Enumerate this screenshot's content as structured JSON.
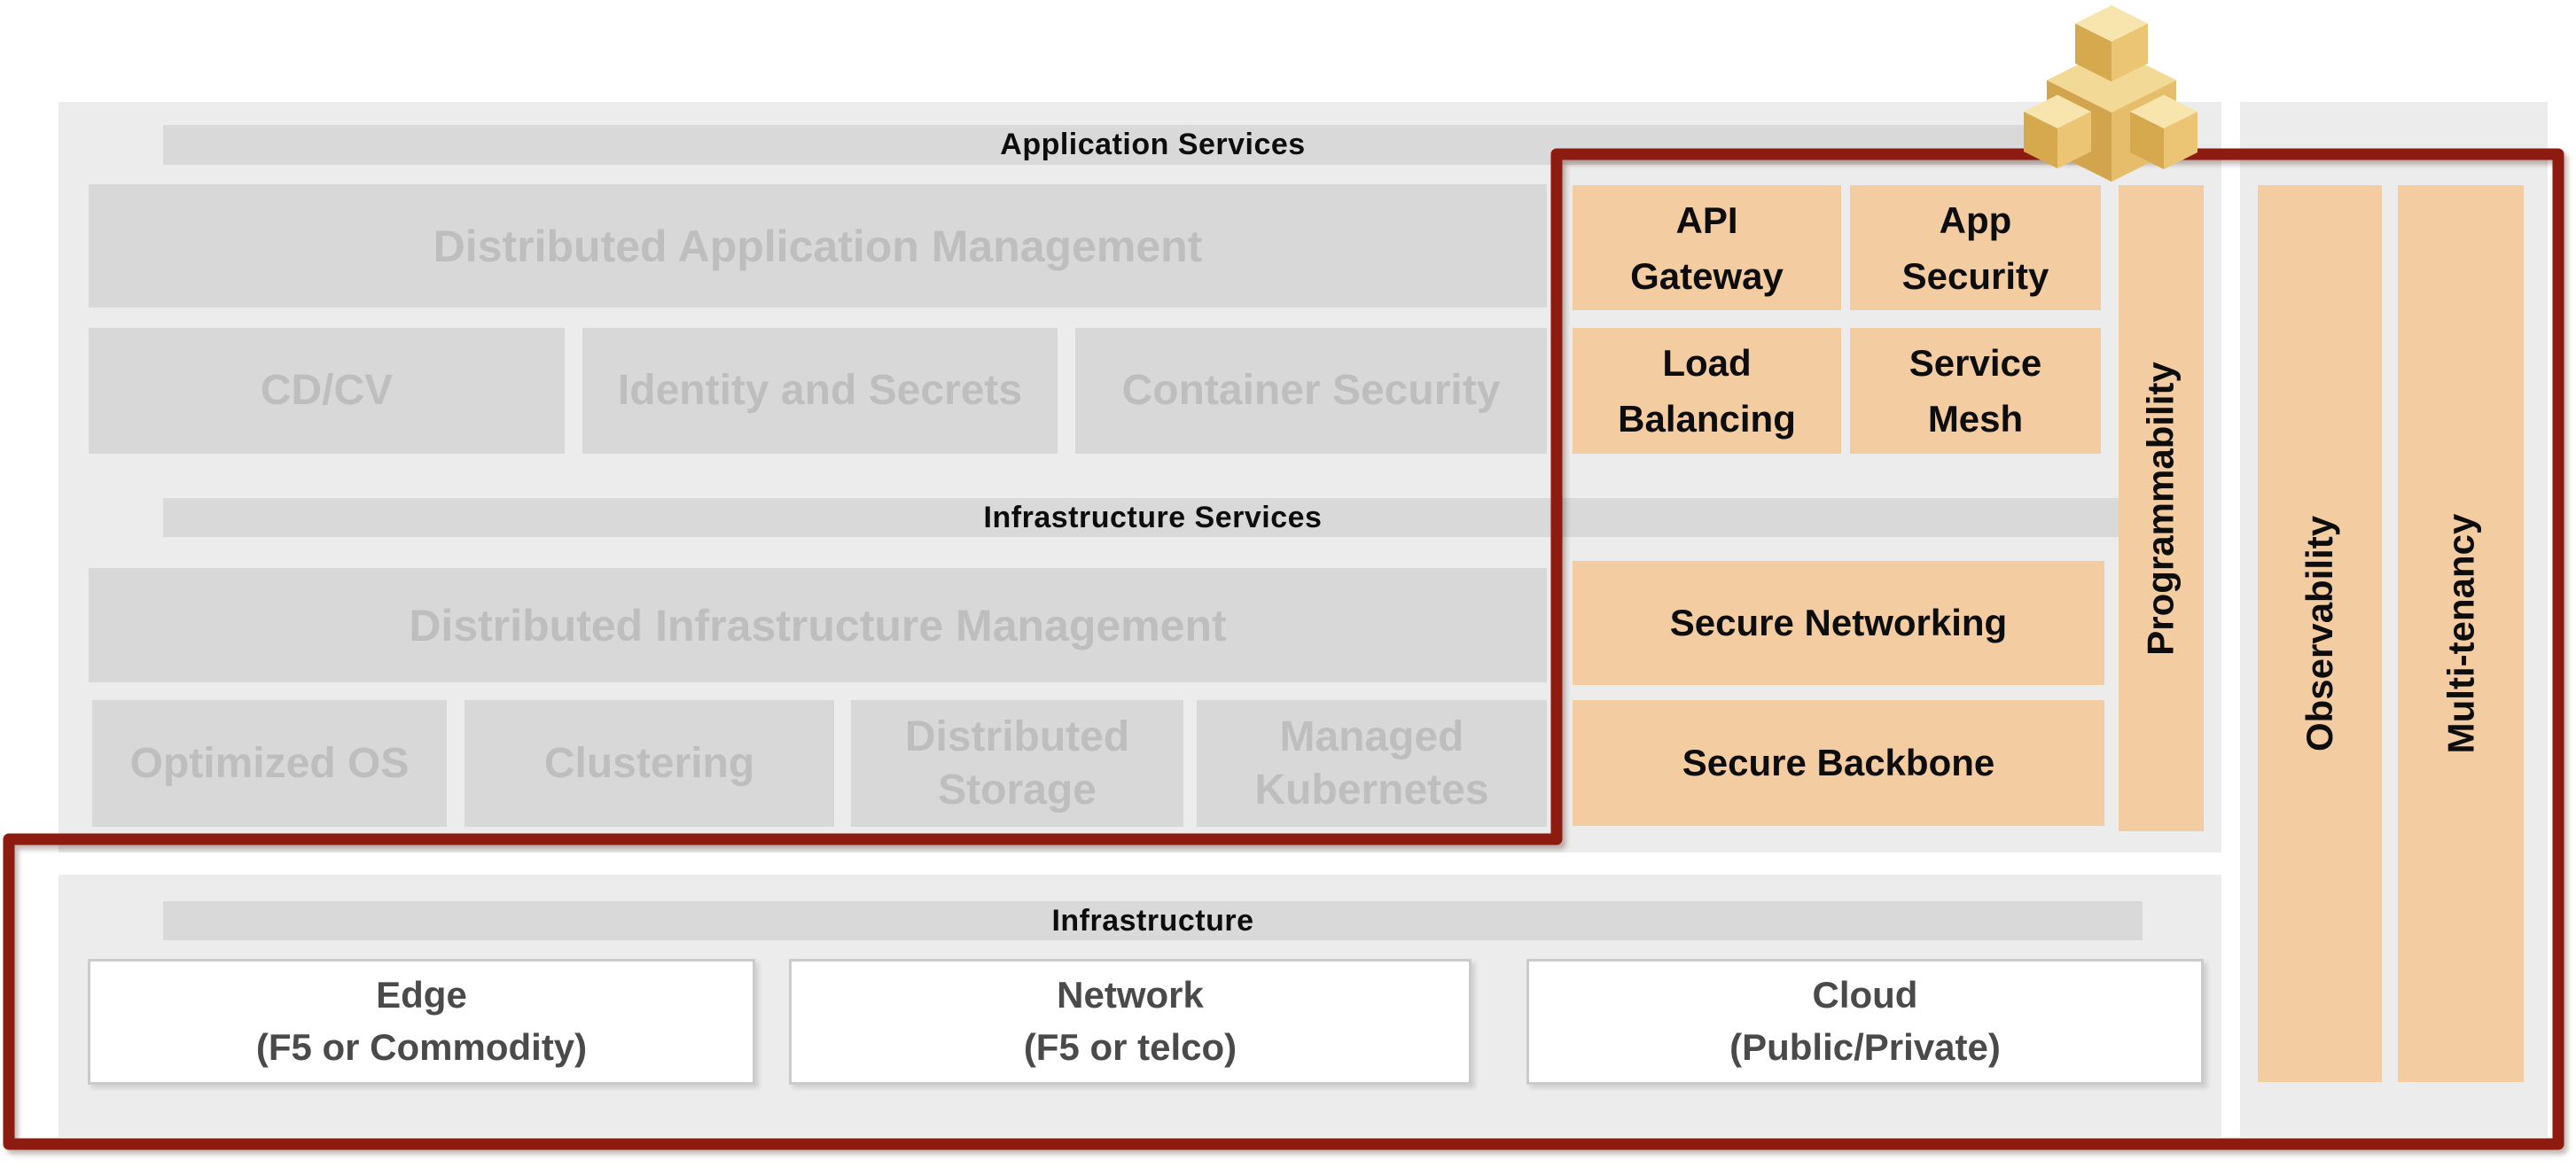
{
  "colors": {
    "panel": "#ECECEC",
    "bar": "#D9D9D9",
    "gray-box": "#D8D8D8",
    "gray-text": "#BEBEBE",
    "orange": "#F3CCA2",
    "red": "#8D1B10",
    "black-text": "#0D0D0D",
    "dark-text": "#4A4A4A",
    "white-box-border": "#CBCBCB",
    "cube-top": "#F4DD9E",
    "cube-left": "#D2A44E",
    "cube-right": "#E8C170"
  },
  "application_services": {
    "header": "Application Services",
    "management": "Distributed Application Management",
    "cd_cv": "CD/CV",
    "identity_and_secrets": "Identity and Secrets",
    "container_security": "Container Security"
  },
  "infrastructure_services": {
    "header": "Infrastructure Services",
    "management": "Distributed Infrastructure Management",
    "optimized_os": "Optimized OS",
    "clustering": "Clustering",
    "distributed_storage": [
      "Distributed",
      "Storage"
    ],
    "managed_kubernetes": [
      "Managed",
      "Kubernetes"
    ]
  },
  "highlighted_services": {
    "api_gateway": [
      "API",
      "Gateway"
    ],
    "app_security": [
      "App",
      "Security"
    ],
    "load_balancing": [
      "Load",
      "Balancing"
    ],
    "service_mesh": [
      "Service",
      "Mesh"
    ],
    "secure_networking": "Secure Networking",
    "secure_backbone": "Secure Backbone",
    "programmability": "Programmability"
  },
  "rails": {
    "observability": "Observability",
    "multi_tenancy": "Multi-tenancy"
  },
  "infrastructure": {
    "header": "Infrastructure",
    "edge": [
      "Edge",
      "(F5 or Commodity)"
    ],
    "network": [
      "Network",
      "(F5 or telco)"
    ],
    "cloud": [
      "Cloud",
      "(Public/Private)"
    ]
  }
}
